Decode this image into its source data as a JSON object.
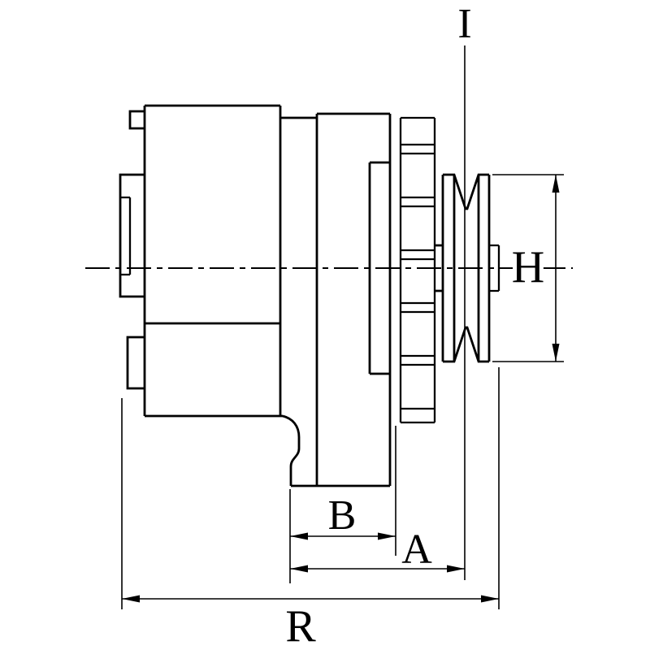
{
  "diagram": {
    "type": "technical-dimension-drawing",
    "subject": "alternator side view with dimension callouts",
    "background_color": "#ffffff",
    "line_color": "#000000",
    "labels": {
      "i": "I",
      "h": "H",
      "b": "B",
      "a": "A",
      "r": "R"
    }
  }
}
